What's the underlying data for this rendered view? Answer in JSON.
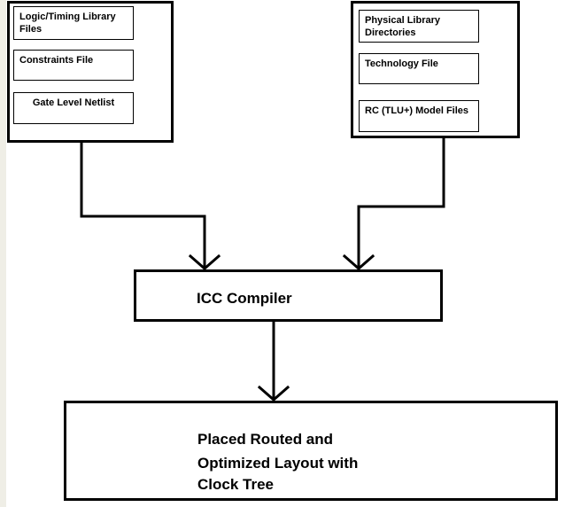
{
  "diagram": {
    "left_group": {
      "items": [
        "Logic/Timing Library Files",
        "Constraints File",
        "Gate Level Netlist"
      ]
    },
    "right_group": {
      "items": [
        "Physical Library Directories",
        "Technology File",
        "RC (TLU+) Model Files"
      ]
    },
    "compiler": {
      "label": "ICC Compiler"
    },
    "output": {
      "lines": [
        "Placed Routed and",
        "Optimized Layout with",
        "Clock Tree"
      ]
    }
  }
}
